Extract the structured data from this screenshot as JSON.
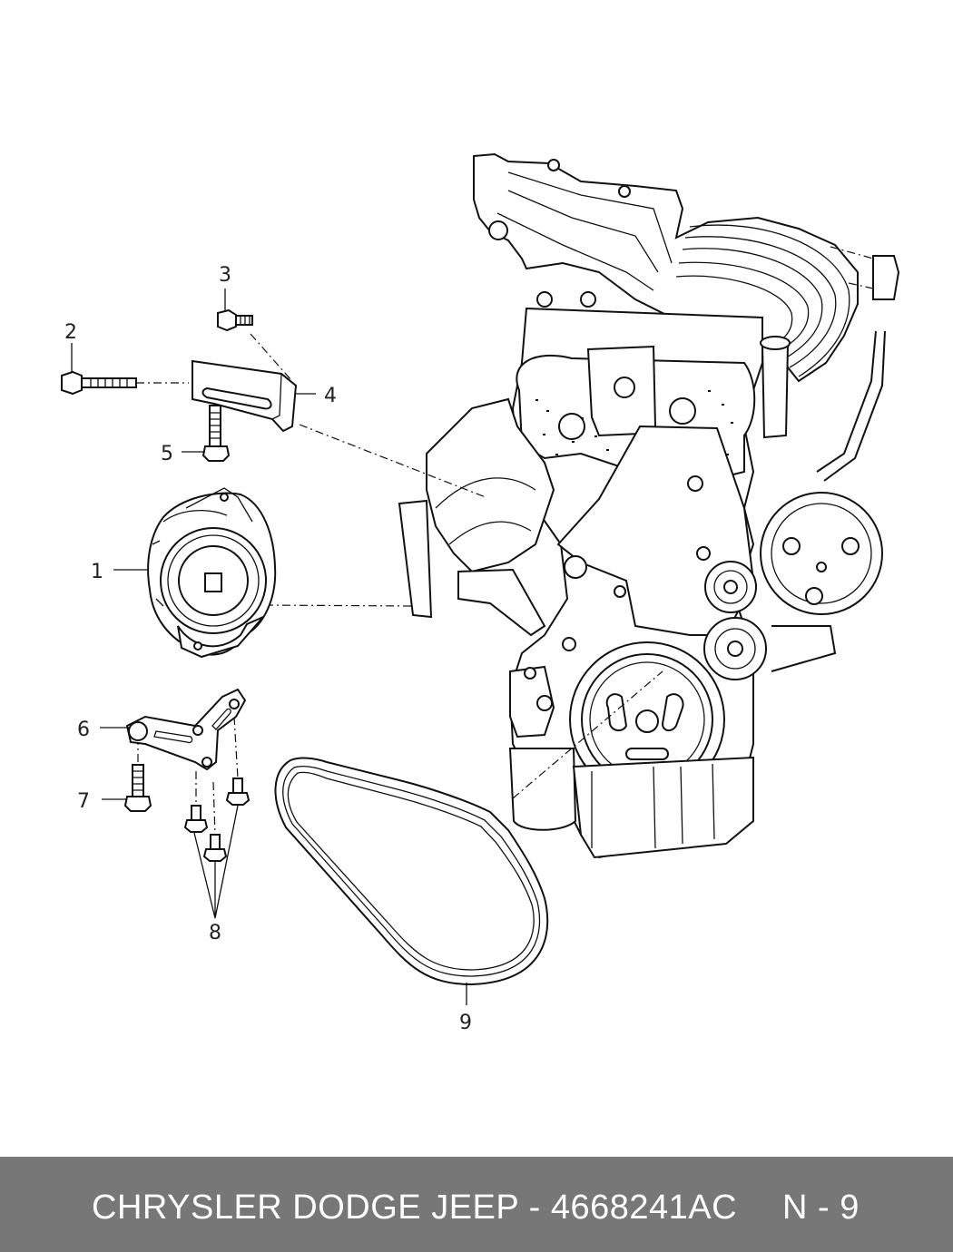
{
  "callouts": [
    "1",
    "2",
    "3",
    "4",
    "5",
    "6",
    "7",
    "8",
    "9"
  ],
  "parts": {
    "1": "generator",
    "2": "bolt",
    "3": "bolt",
    "4": "bracket",
    "5": "bolt",
    "6": "bracket",
    "7": "bolt",
    "8": "bolts",
    "9": "drive-belt"
  },
  "footer": {
    "title": "CHRYSLER DODGE JEEP - 4668241AC",
    "page": "N - 9",
    "background": "#777777",
    "text_color": "#ffffff"
  }
}
